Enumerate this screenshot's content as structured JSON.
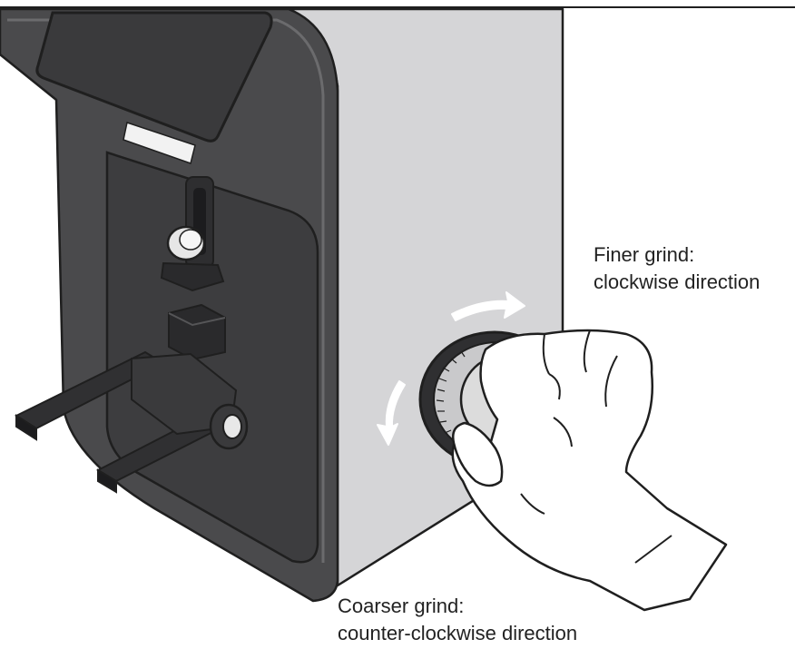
{
  "labels": {
    "finer": {
      "line1": "Finer grind:",
      "line2": "clockwise direction"
    },
    "coarser": {
      "line1": "Coarser grind:",
      "line2": "counter-clockwise direction"
    }
  },
  "colors": {
    "body_gray": "#d5d5d7",
    "front_dark": "#4a4a4c",
    "recess_dark": "#3d3d3f",
    "outline": "#1f1f1f",
    "arrow_fill": "#ffffff",
    "knob_face": "#dcdcdc"
  },
  "icons": [
    "clockwise-arrow-icon",
    "counter-clockwise-arrow-icon"
  ]
}
